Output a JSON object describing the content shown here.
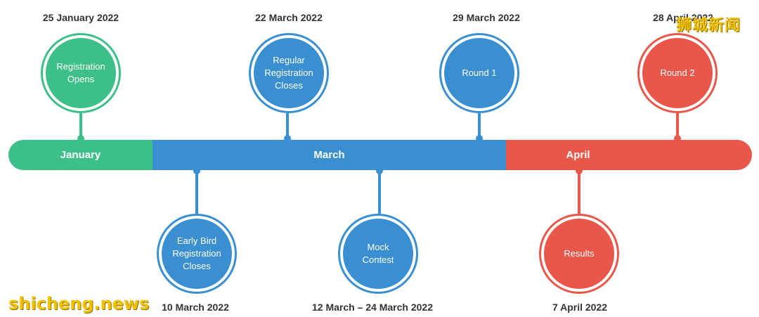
{
  "timeline": {
    "months": [
      {
        "label": "January",
        "color": "#3dbf8a"
      },
      {
        "label": "March",
        "color": "#3a8fd1"
      },
      {
        "label": "April",
        "color": "#e9574a"
      }
    ],
    "events": [
      {
        "label": "Registration Opens",
        "date": "25 January 2022",
        "color": "#3dbf8a"
      },
      {
        "label": "Early Bird Registration Closes",
        "date": "10 March 2022",
        "color": "#3a8fd1"
      },
      {
        "label": "Regular Registration Closes",
        "date": "22 March 2022",
        "color": "#3a8fd1"
      },
      {
        "label": "Mock Contest",
        "date": "12 March – 24 March 2022",
        "color": "#3a8fd1"
      },
      {
        "label": "Round 1",
        "date": "29 March 2022",
        "color": "#3a8fd1"
      },
      {
        "label": "Results",
        "date": "7 April 2022",
        "color": "#e9574a"
      },
      {
        "label": "Round 2",
        "date": "28 April 2022",
        "color": "#e9574a"
      }
    ]
  },
  "watermarks": {
    "top": "狮城新闻",
    "bottom": "shicheng.news"
  }
}
